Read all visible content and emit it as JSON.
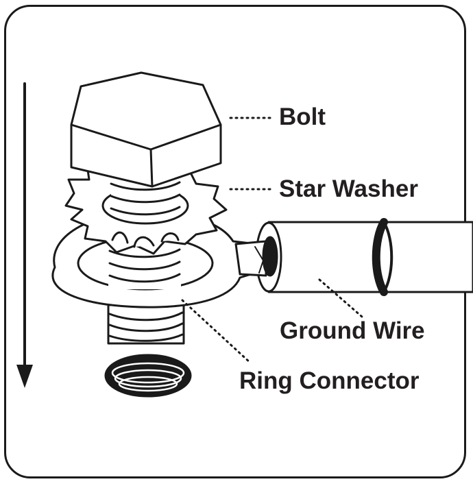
{
  "labels": {
    "bolt": "Bolt",
    "star_washer": "Star Washer",
    "ground_wire": "Ground Wire",
    "ring_connector": "Ring Connector"
  },
  "colors": {
    "stroke": "#1a1a1a",
    "fill": "#ffffff",
    "text": "#231f20"
  }
}
